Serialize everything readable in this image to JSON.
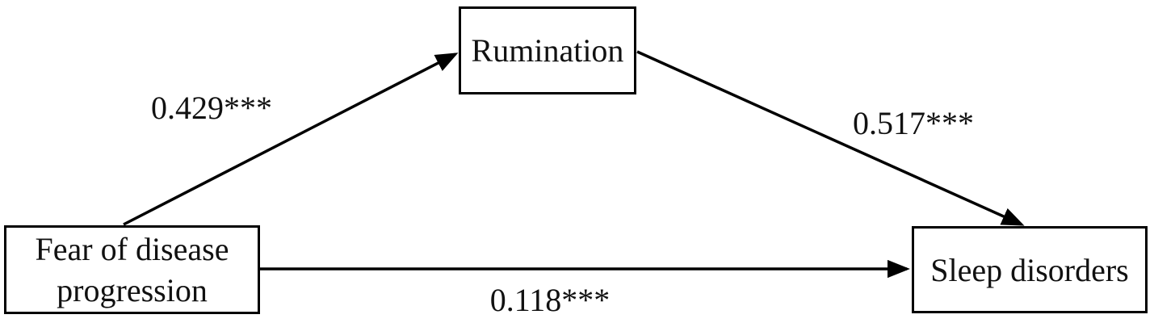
{
  "figure": {
    "type": "mediation-path-diagram",
    "background_color": "#ffffff",
    "line_color": "#000000",
    "text_color": "#111111"
  },
  "nodes": {
    "predictor": {
      "label": "Fear of disease progression"
    },
    "mediator": {
      "label": "Rumination"
    },
    "outcome": {
      "label": "Sleep disorders"
    }
  },
  "paths": {
    "a": {
      "from": "Fear of disease progression",
      "to": "Rumination",
      "coefficient": "0.429***"
    },
    "b": {
      "from": "Rumination",
      "to": "Sleep disorders",
      "coefficient": "0.517***"
    },
    "c": {
      "from": "Fear of disease progression",
      "to": "Sleep disorders",
      "coefficient": "0.118***"
    }
  }
}
